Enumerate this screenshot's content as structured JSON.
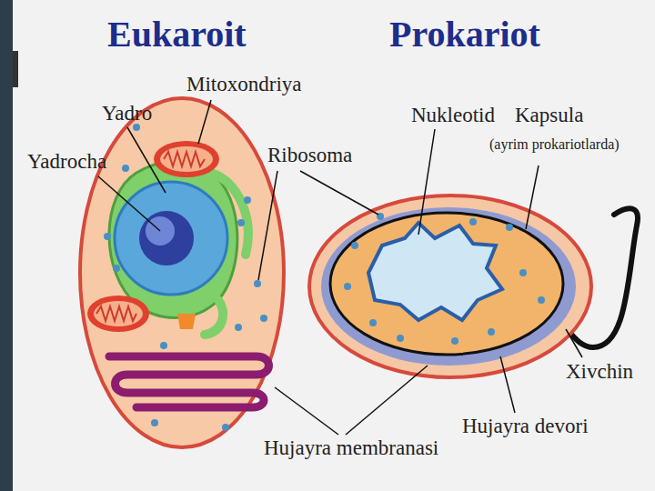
{
  "diagram": {
    "labels": [
      "Eukaroit",
      "Prokariot",
      "Mitoxondriya",
      "Yadro",
      "Yadrocha",
      "Ribosoma",
      "Nukleotid",
      "Kapsula",
      "(ayrim prokariotlarda)",
      "Xivchin",
      "Hujayra devori",
      "Hujayra membranasi"
    ]
  }
}
